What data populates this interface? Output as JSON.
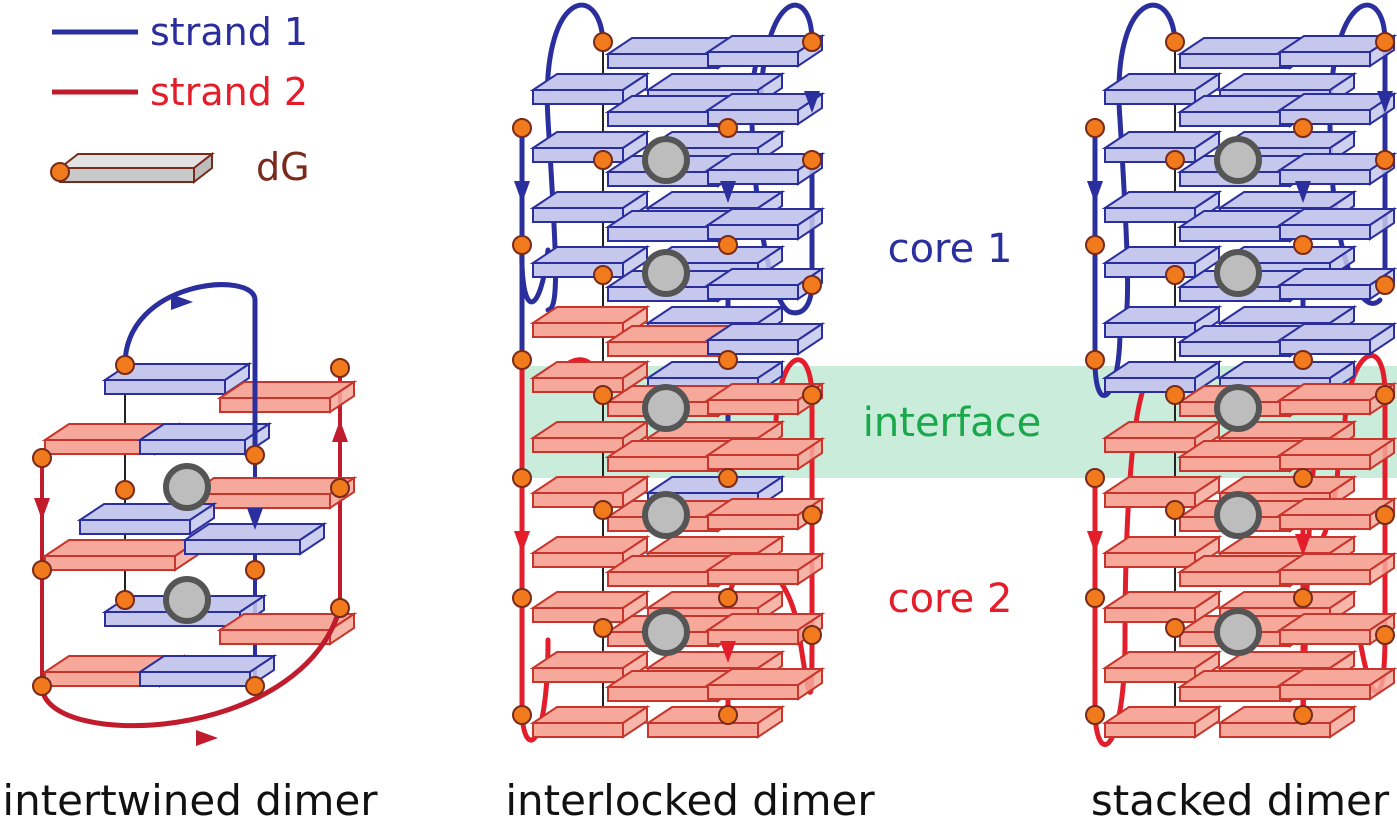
{
  "legend": {
    "strand1": {
      "label": "strand 1",
      "color": "#2b2f9e"
    },
    "strand2": {
      "label": "strand 2",
      "color": "#e31e2a"
    },
    "dg": {
      "label": "dG",
      "color": "#7a2a1a"
    }
  },
  "labels": {
    "core1": "core 1",
    "interface": "interface",
    "core2": "core 2"
  },
  "captions": {
    "intertwined": "intertwined dimer",
    "interlocked": "interlocked dimer",
    "stacked": "stacked dimer"
  },
  "colors": {
    "blue_plate_fill": "#c5c8ec",
    "blue_plate_edge": "#2b2f9e",
    "red_plate_fill": "#f6a99b",
    "red_plate_edge": "#c8352c",
    "dark_red_strand": "#c11b2e",
    "node": "#f07a1c",
    "ion": "#bdbdbd",
    "interface_band": "#c9ecdb",
    "interface_text": "#1aa84a"
  }
}
